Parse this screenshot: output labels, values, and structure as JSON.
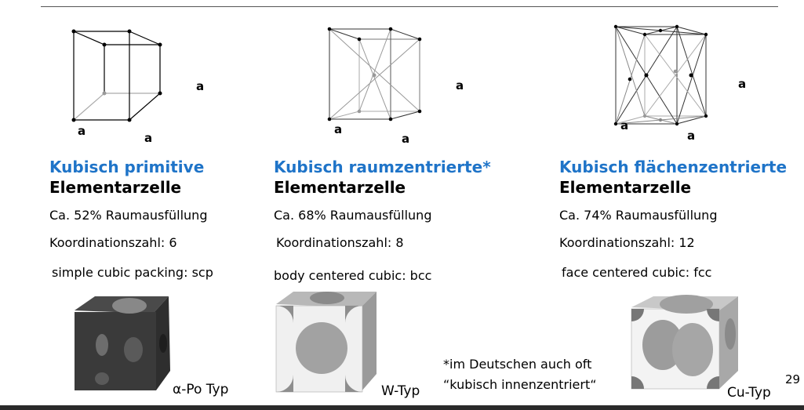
{
  "structures": [
    {
      "title": "Kubisch primitive",
      "subtitle": "Elementarzelle",
      "fill": "Ca. 52% Raumausfüllung",
      "coordination": "Koordinationszahl: 6",
      "packing": "simple cubic packing: scp",
      "type_label": "α-Po Typ",
      "edge_labels": [
        "a",
        "a",
        "a"
      ]
    },
    {
      "title": "Kubisch raumzentrierte*",
      "subtitle": "Elementarzelle",
      "fill": "Ca. 68% Raumausfüllung",
      "coordination": "Koordinationszahl: 8",
      "packing": "body centered cubic: bcc",
      "type_label": "W-Typ",
      "edge_labels": [
        "a",
        "a",
        "a"
      ]
    },
    {
      "title": "Kubisch flächenzentrierte",
      "subtitle": "Elementarzelle",
      "fill": "Ca. 74% Raumausfüllung",
      "coordination": "Koordinationszahl: 12",
      "packing": "face centered cubic: fcc",
      "type_label": "Cu-Typ",
      "edge_labels": [
        "a",
        "a",
        "a"
      ]
    }
  ],
  "footnote": {
    "line1": "*im Deutschen auch oft",
    "line2": "“kubisch innenzentriert“"
  },
  "page_number": "29",
  "colors": {
    "title": "#1f74c8",
    "model_dark": "#3c3c3c",
    "model_light": "#9a9a9a"
  }
}
